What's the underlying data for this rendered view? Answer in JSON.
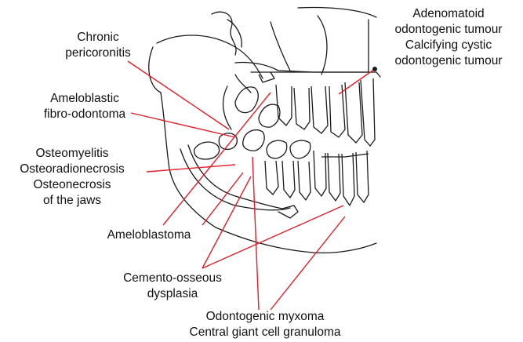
{
  "labels": {
    "adenomatoid": [
      "Adenomatoid",
      "odontogenic tumour",
      "Calcifying cystic",
      "odontogenic tumour"
    ],
    "pericoronitis": [
      "Chronic",
      "pericoronitis"
    ],
    "ameloblastic_fibro": [
      "Ameloblastic",
      "fibro-odontoma"
    ],
    "osteomyelitis": [
      "Osteomyelitis",
      "Osteoradionecrosis",
      "Osteonecrosis",
      "of the jaws"
    ],
    "ameloblastoma": [
      "Ameloblastoma"
    ],
    "cemento_osseous": [
      "Cemento-osseous",
      "dysplasia"
    ],
    "myxoma": [
      "Odontogenic myxoma",
      "Central giant cell granuloma"
    ]
  },
  "colors": {
    "leader": "#e0202a",
    "drawing": "#1a1a1a"
  }
}
